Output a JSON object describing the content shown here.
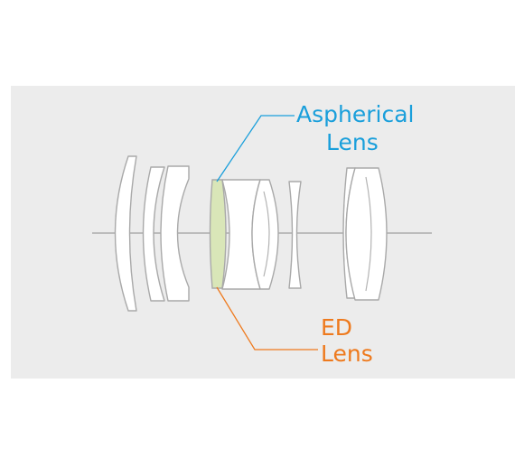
{
  "callouts": {
    "aspherical": {
      "line1": "Aspherical",
      "line2": "Lens",
      "color": "#1a9fdb"
    },
    "ed": {
      "line1": "ED",
      "line2": "Lens",
      "color": "#ee7a1e"
    }
  },
  "colors": {
    "background": "#ececec",
    "lens_fill": "#ffffff",
    "lens_stroke": "#a9a9a9",
    "axis": "#a0a0a0",
    "ed_element_fill": "#d9e6b8"
  }
}
